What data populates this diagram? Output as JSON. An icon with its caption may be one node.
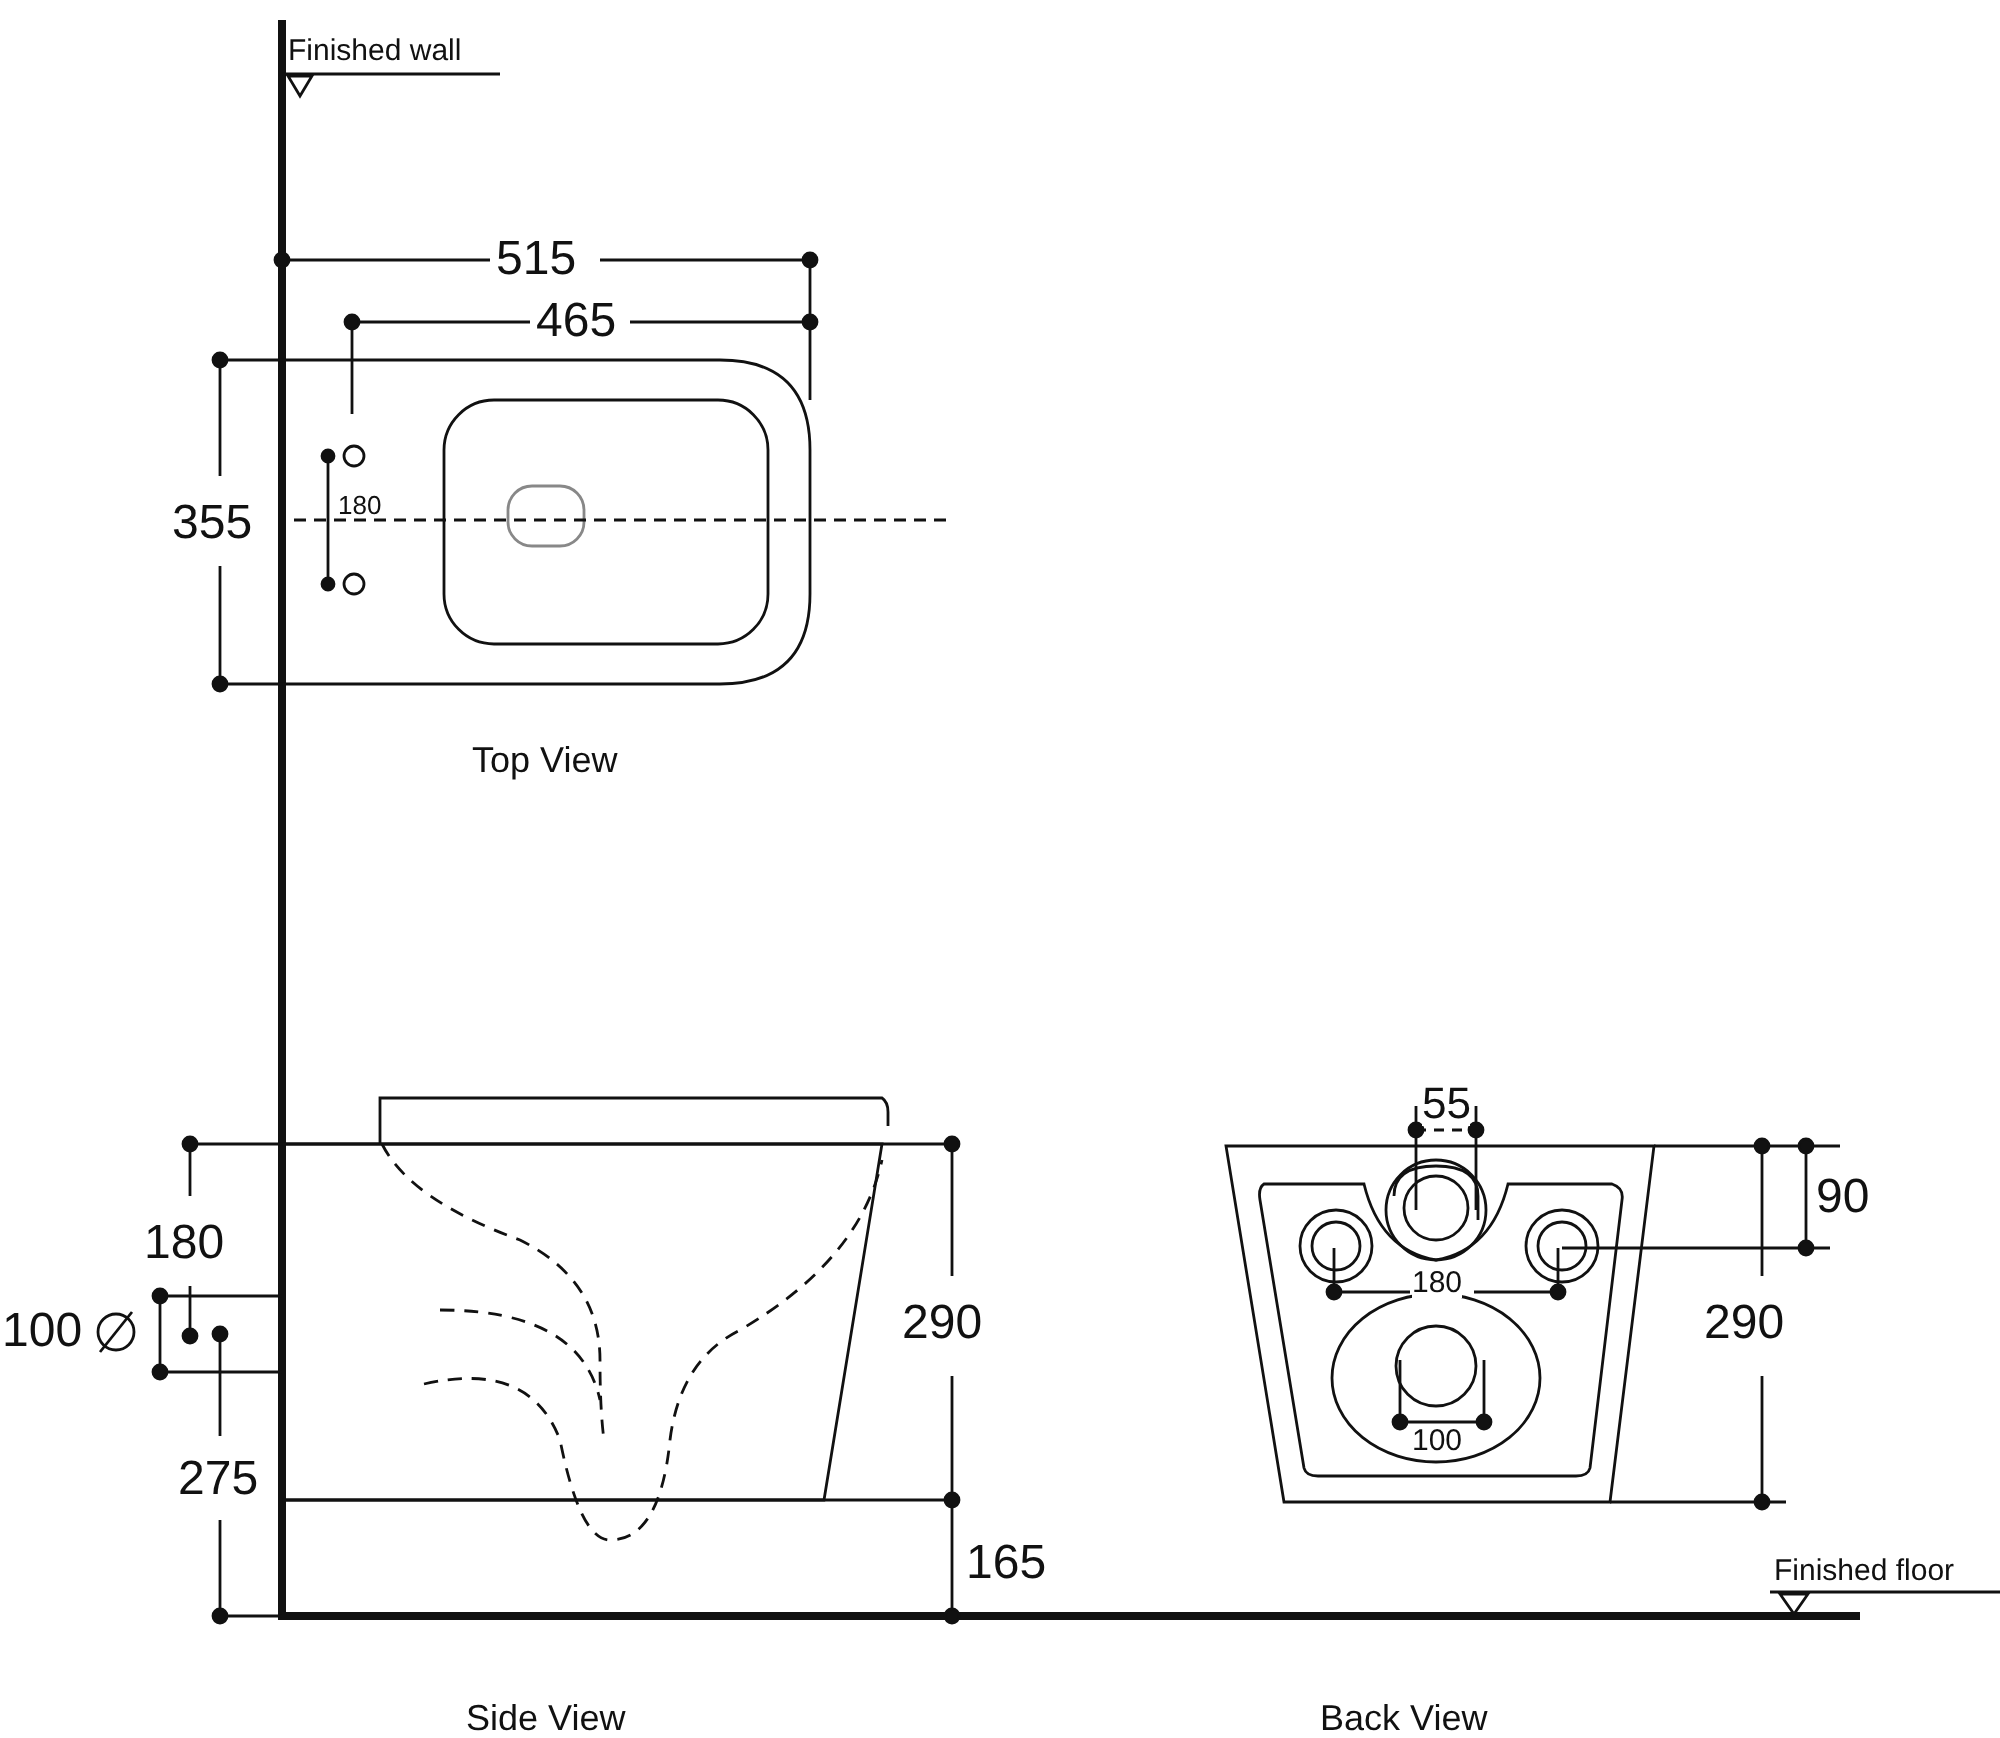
{
  "diagram": {
    "labels": [
      "Finished wall",
      "515",
      "465",
      "355",
      "180",
      "Top View",
      "55",
      "180",
      "90",
      "100",
      "290",
      "180",
      "100",
      "275",
      "290",
      "165",
      "Finished floor",
      "Side View",
      "Back View"
    ]
  }
}
